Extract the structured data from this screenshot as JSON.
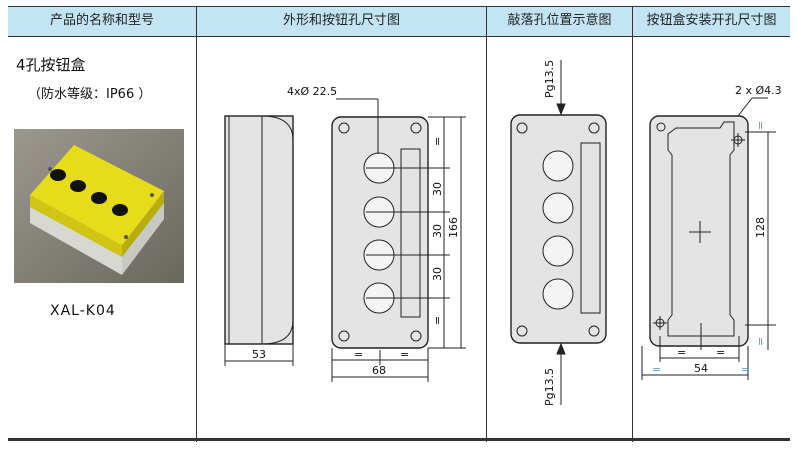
{
  "header": {
    "col1": "产品的名称和型号",
    "col2": "外形和按钮孔尺寸图",
    "col3": "敲落孔位置示意图",
    "col4": "按钮盒安装开孔尺寸图"
  },
  "product": {
    "name": "4孔按钮盒",
    "rating": "（防水等级：IP66 ）",
    "model": "XAL-K04"
  },
  "dims": {
    "hole_dia": "4xØ 22.5",
    "depth": "53",
    "width": "68",
    "height": "166",
    "pitch1": "30",
    "pitch2": "30",
    "pitch3": "30",
    "eq": "=",
    "pg_top": "Pg13.5",
    "pg_bottom": "Pg13.5",
    "mount_holes": "2 x Ø4.3",
    "mount_pitch": "128",
    "mount_width": "54"
  },
  "colors": {
    "header_bg": "#c3e4f3",
    "box_fill": "#e4e4e4",
    "photo_yellow": "#e6dc1a"
  }
}
